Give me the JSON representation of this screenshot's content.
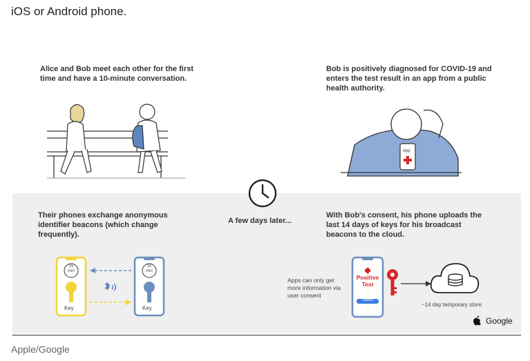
{
  "lead_text": "iOS or Android phone.",
  "caption": "Apple/Google",
  "panels": {
    "meet": "Alice and Bob meet each other for the first time and have a 10-minute conversation.",
    "diagnosed": "Bob is positively diagnosed for COVID-19 and enters the test result in an app from a public health authority.",
    "exchange": "Their phones exchange anonymous identifier beacons (which change frequently).",
    "upload": "With Bob's consent, his phone uploads the last 14 days of keys for his broadcast beacons to the cloud."
  },
  "timer_label": "A few days later...",
  "phone_left": {
    "timer": "15\nmin",
    "key_label": "Key"
  },
  "phone_right": {
    "timer": "15\nmin",
    "key_label": "Key"
  },
  "bob_phone_app_label": "App",
  "upload_phone": {
    "positive": "Positive",
    "test": "Test",
    "submit": "Submit"
  },
  "consent_note": "Apps can only get more information via user consent",
  "store_note": "~14 day temporary store",
  "logos": {
    "apple": "",
    "google": "Google"
  },
  "colors": {
    "yellow_phone": "#f3d33a",
    "blue_phone": "#6e8fbf",
    "red_key": "#d9242b",
    "bg_panel": "#efefef"
  }
}
